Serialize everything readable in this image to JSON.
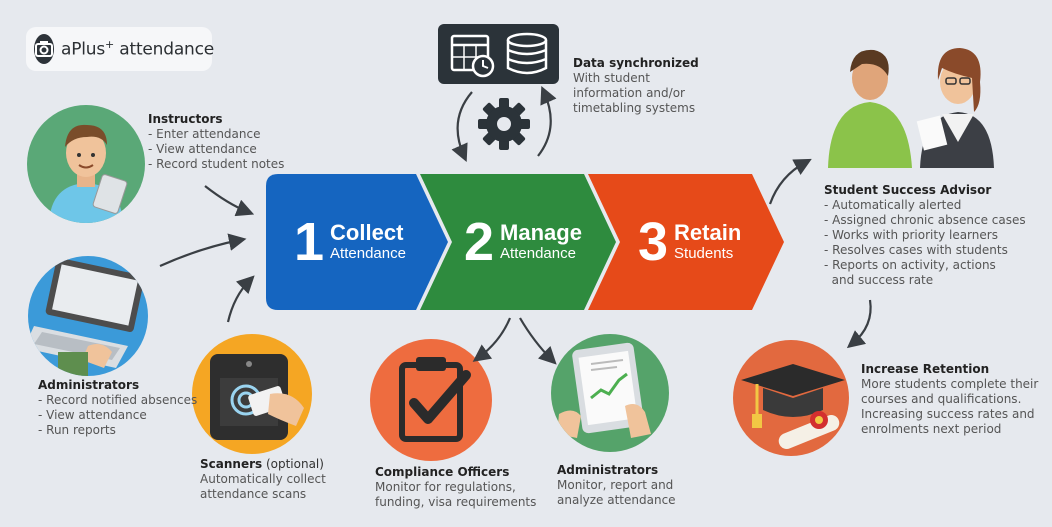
{
  "logo": {
    "brand": "aPlus",
    "sup": "+",
    "product": " attendance"
  },
  "stages": [
    {
      "num": "1",
      "title": "Collect",
      "subtitle": "Attendance",
      "color": "#1565c0"
    },
    {
      "num": "2",
      "title": "Manage",
      "subtitle": "Attendance",
      "color": "#2e8b3e"
    },
    {
      "num": "3",
      "title": "Retain",
      "subtitle": "Students",
      "color": "#e64a19"
    }
  ],
  "instructors": {
    "heading": "Instructors",
    "lines": [
      "- Enter attendance",
      "- View attendance",
      "- Record student notes"
    ]
  },
  "admins_left": {
    "heading": "Administrators",
    "lines": [
      "- Record notified absences",
      "- View attendance",
      "- Run reports"
    ]
  },
  "scanners": {
    "heading": "Scanners",
    "optional": " (optional)",
    "lines": [
      "Automatically collect",
      "attendance scans"
    ]
  },
  "data_sync": {
    "heading": "Data synchronized",
    "lines": [
      "With student",
      "information and/or",
      "timetabling systems"
    ]
  },
  "compliance": {
    "heading": "Compliance Officers",
    "lines": [
      "Monitor for regulations,",
      "funding, visa requirements"
    ]
  },
  "admins_bottom": {
    "heading": "Administrators",
    "lines": [
      "Monitor, report and",
      "analyze attendance"
    ]
  },
  "advisor": {
    "heading": "Student Success Advisor",
    "lines": [
      "- Automatically alerted",
      "- Assigned chronic absence cases",
      "- Works with priority learners",
      "- Resolves cases with students",
      "- Reports on activity, actions",
      "  and success rate"
    ]
  },
  "retention": {
    "heading": "Increase Retention",
    "lines": [
      "More students complete their",
      "courses and qualifications.",
      "Increasing success rates and",
      "enrolments next period"
    ]
  },
  "icons": [
    "camera-logo-icon",
    "instructor-icon",
    "laptop-icon",
    "scanner-icon",
    "calendar-clock-icon",
    "database-icon",
    "gear-icon",
    "clipboard-check-icon",
    "tablet-chart-icon",
    "advisor-meeting-icon",
    "graduation-icon"
  ]
}
